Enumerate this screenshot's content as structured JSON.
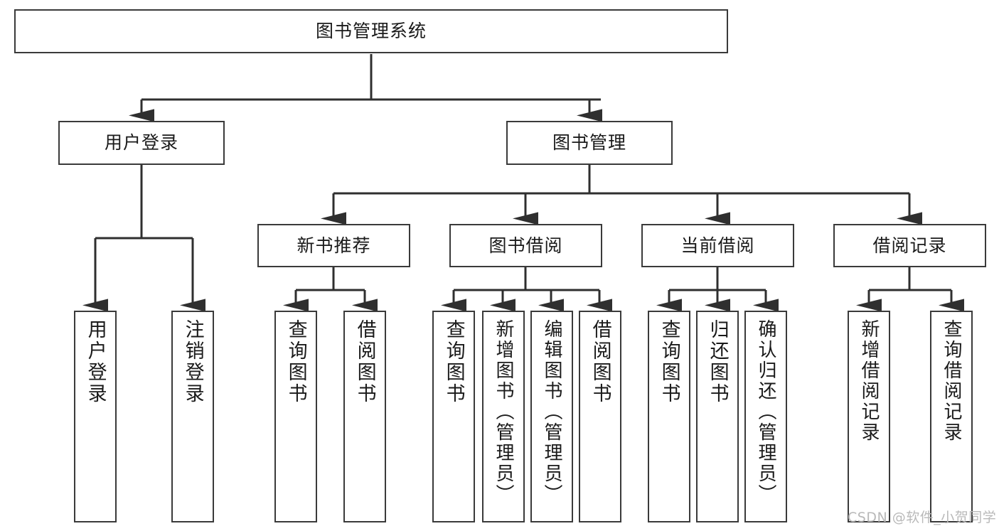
{
  "diagram": {
    "title": "图书管理系统",
    "type": "tree-hierarchy-diagram",
    "colors": {
      "box_border": "#3a3a3a",
      "box_fill": "#ffffff",
      "edge": "#2f2f2f",
      "text": "#1a1a1a",
      "watermark": "#b9b9b9"
    },
    "root": {
      "label": "图书管理系统"
    },
    "level2": [
      {
        "label": "用户登录"
      },
      {
        "label": "图书管理"
      }
    ],
    "level3": [
      {
        "label": "新书推荐"
      },
      {
        "label": "图书借阅"
      },
      {
        "label": "当前借阅"
      },
      {
        "label": "借阅记录"
      }
    ],
    "leaves": {
      "user_login": [
        {
          "label": "用户登录"
        },
        {
          "label": "注销登录"
        }
      ],
      "new_book_recommend": [
        {
          "label": "查询图书"
        },
        {
          "label": "借阅图书"
        }
      ],
      "book_borrow": [
        {
          "label": "查询图书"
        },
        {
          "label": "新增图书（管理员）"
        },
        {
          "label": "编辑图书（管理员）"
        },
        {
          "label": "借阅图书"
        }
      ],
      "current_borrow": [
        {
          "label": "查询图书"
        },
        {
          "label": "归还图书"
        },
        {
          "label": "确认归还（管理员）"
        }
      ],
      "borrow_records": [
        {
          "label": "新增借阅记录"
        },
        {
          "label": "查询借阅记录"
        }
      ]
    }
  },
  "watermark": {
    "text": "CSDN @软件_小贺同学"
  }
}
